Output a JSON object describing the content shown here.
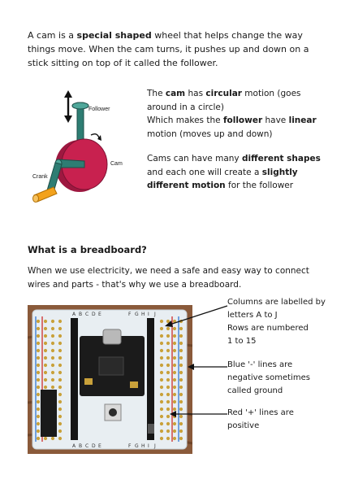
{
  "intro": {
    "t1": "A cam is a ",
    "b1": "special shaped",
    "t2": " wheel that helps change the way things move. When the cam turns, it pushes up and down on a stick sitting on top of it called the follower."
  },
  "cam_figure": {
    "label_follower": "Follower",
    "label_cam": "Cam",
    "label_crank": "Crank",
    "colors": {
      "cam": "#c8214f",
      "rod": "#2e7d73",
      "crank_handle": "#f3a21c"
    }
  },
  "cam_text": {
    "p1": {
      "t1": "The ",
      "b1": "cam",
      "t2": " has ",
      "b2": "circular",
      "t3": " motion (goes around in a circle)"
    },
    "p2": {
      "t1": "Which makes the ",
      "b1": "follower",
      "t2": " have ",
      "b2": "linear",
      "t3": " motion (moves up and down)"
    },
    "p3": {
      "t1": "Cams can have many ",
      "b1": "different shapes",
      "t2": " and each one will create a ",
      "b2": "slightly different motion",
      "t3": " for the follower"
    }
  },
  "breadboard": {
    "title": "What is a breadboard?",
    "intro": "When we use electricity, we need a safe and easy way to connect wires and parts - that's why we use a breadboard.",
    "photo": {
      "column_letters": [
        "A",
        "B",
        "C",
        "D",
        "E",
        "F",
        "G",
        "H",
        "I",
        "J"
      ],
      "colors": {
        "board": "#e8eef2",
        "wood": "#8a5a3a",
        "negative_rail": "#3f7fd6",
        "positive_rail": "#d03a3a",
        "holes": "#c9a13a"
      }
    },
    "callouts": {
      "columns": [
        "Columns are labelled by",
        "letters A to J",
        "Rows are numbered",
        "1 to 15"
      ],
      "blue": [
        "Blue '-' lines are",
        "negative sometimes",
        "called ground"
      ],
      "red": [
        "Red '+' lines are",
        "positive"
      ]
    }
  }
}
